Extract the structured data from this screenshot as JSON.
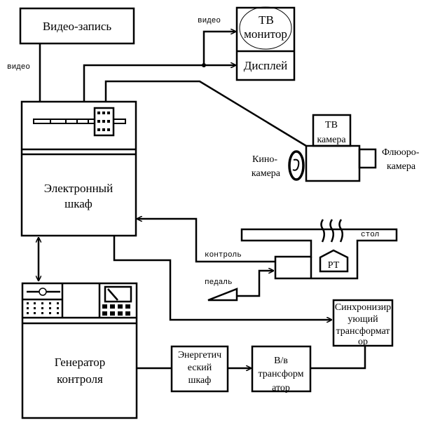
{
  "blocks": {
    "video_record": "Видео-запись",
    "tv_monitor": [
      "ТВ",
      "монитор"
    ],
    "display": "Дисплей",
    "electronic_cabinet": [
      "Электронный",
      "шкаф"
    ],
    "tv_camera": [
      "ТВ",
      "камера"
    ],
    "cine_camera": [
      "Кино-",
      "камера"
    ],
    "fluoro_camera": [
      "Флюоро-",
      "камера"
    ],
    "table": "стол",
    "rt": "РТ",
    "sync_transformer": [
      "Синхронизир",
      "ующий",
      "трансформат",
      "ор"
    ],
    "generator": [
      "Генератор",
      "контроля"
    ],
    "energy_cabinet": [
      "Энергетич",
      "еский",
      "шкаф"
    ],
    "hv_transformer": [
      "В/в",
      "трансформ",
      "атор"
    ]
  },
  "labels": {
    "video_left": "видео",
    "video_top": "видео",
    "control": "контроль",
    "pedal": "педаль"
  }
}
